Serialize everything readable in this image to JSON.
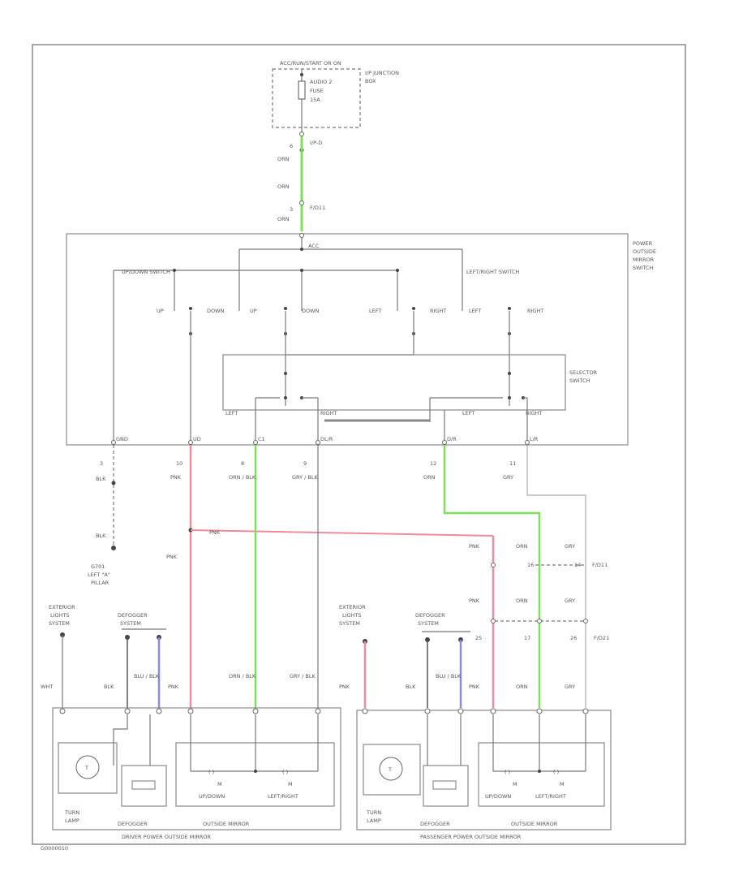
{
  "colors": {
    "pink": "#f08a9c",
    "green": "#7ee05a",
    "blue": "#8a8ae6",
    "black_wire": "#555555",
    "gray_wire": "#888888"
  },
  "fuse_box": {
    "power_label": "ACC/RUN/START OR ON",
    "fuse_name": "AUDIO 2",
    "fuse_label": "FUSE",
    "fuse_amps": "15A",
    "junction_label": "I/P JUNCTION",
    "junction_label2": "BOX",
    "connector": "I/P-D",
    "pin": "6"
  },
  "feed_wire": {
    "color1": "ORN",
    "color2": "ORN",
    "color3": "ORN",
    "pin": "3",
    "connector": "F/D11"
  },
  "mirror_switch": {
    "title_l1": "POWER",
    "title_l2": "OUTSIDE",
    "title_l3": "MIRROR",
    "title_l4": "SWITCH",
    "acc": "ACC",
    "updown_label": "UP/DOWN SWITCH",
    "leftright_label": "LEFT/RIGHT SWITCH",
    "up": "UP",
    "down_up": "DOWN",
    "up2": "UP",
    "down": "DOWN",
    "left": "LEFT",
    "right_left": "RIGHT",
    "left2": "LEFT",
    "right": "RIGHT"
  },
  "selector": {
    "title_l1": "SELECTOR",
    "title_l2": "SWITCH",
    "left1": "LEFT",
    "right1": "RIGHT",
    "left2": "LEFT",
    "right2": "RIGHT"
  },
  "terminals": [
    "GND",
    "UD",
    "C1",
    "DL/R",
    "D/R",
    "L/R"
  ],
  "pins": [
    "3",
    "10",
    "8",
    "9",
    "12",
    "11"
  ],
  "wire_colors": [
    "BLK",
    "PNK",
    "ORN / BLK",
    "GRY / BLK",
    "ORN",
    "GRY"
  ],
  "ground": {
    "wire1": "BLK",
    "wire2": "BLK",
    "name": "G701",
    "location1": "LEFT \"A\"",
    "location2": "PILLAR"
  },
  "splice": {
    "pnk1": "PNK",
    "pnk2": "PNK"
  },
  "right_connector": {
    "pnk_a": "PNK",
    "orn_a": "ORN",
    "gry_a": "GRY",
    "pin_a": "16",
    "pin_b": "14",
    "conn_a": "F/D11",
    "pnk_b": "PNK",
    "orn_b": "ORN",
    "gry_b": "GRY",
    "pin_c": "25",
    "pin_d": "17",
    "pin_e": "26",
    "conn_b": "F/D21"
  },
  "driver": {
    "ext_lights_l1": "EXTERIOR",
    "ext_lights_l2": "LIGHTS",
    "ext_lights_l3": "SYSTEM",
    "defogger_l1": "DEFOGGER",
    "defogger_l2": "SYSTEM",
    "w_wht": "WHT",
    "w_blk": "BLK",
    "w_blublk": "BLU / BLK",
    "w_pnk": "PNK",
    "w_ornblk": "ORN / BLK",
    "w_gryblk": "GRY / BLK",
    "turn1": "TURN",
    "turn2": "LAMP",
    "defogger": "DEFOGGER",
    "motor_ud": "UP/DOWN",
    "motor_lr": "LEFT/RIGHT",
    "motor_m": "M",
    "outside_mirror": "OUTSIDE MIRROR",
    "title": "DRIVER POWER OUTSIDE MIRROR"
  },
  "passenger": {
    "ext_lights_l1": "EXTERIOR",
    "ext_lights_l2": "LIGHTS",
    "ext_lights_l3": "SYSTEM",
    "defogger_l1": "DEFOGGER",
    "defogger_l2": "SYSTEM",
    "w_pnk": "PNK",
    "w_blk": "BLK",
    "w_blublk": "BLU / BLK",
    "w_pnk2": "PNK",
    "w_orn": "ORN",
    "w_gry": "GRY",
    "turn1": "TURN",
    "turn2": "LAMP",
    "defogger": "DEFOGGER",
    "motor_ud": "UP/DOWN",
    "motor_lr": "LEFT/RIGHT",
    "motor_m": "M",
    "outside_mirror": "OUTSIDE MIRROR",
    "title": "PASSENGER POWER OUTSIDE MIRROR"
  },
  "footer_code": "G0000010"
}
